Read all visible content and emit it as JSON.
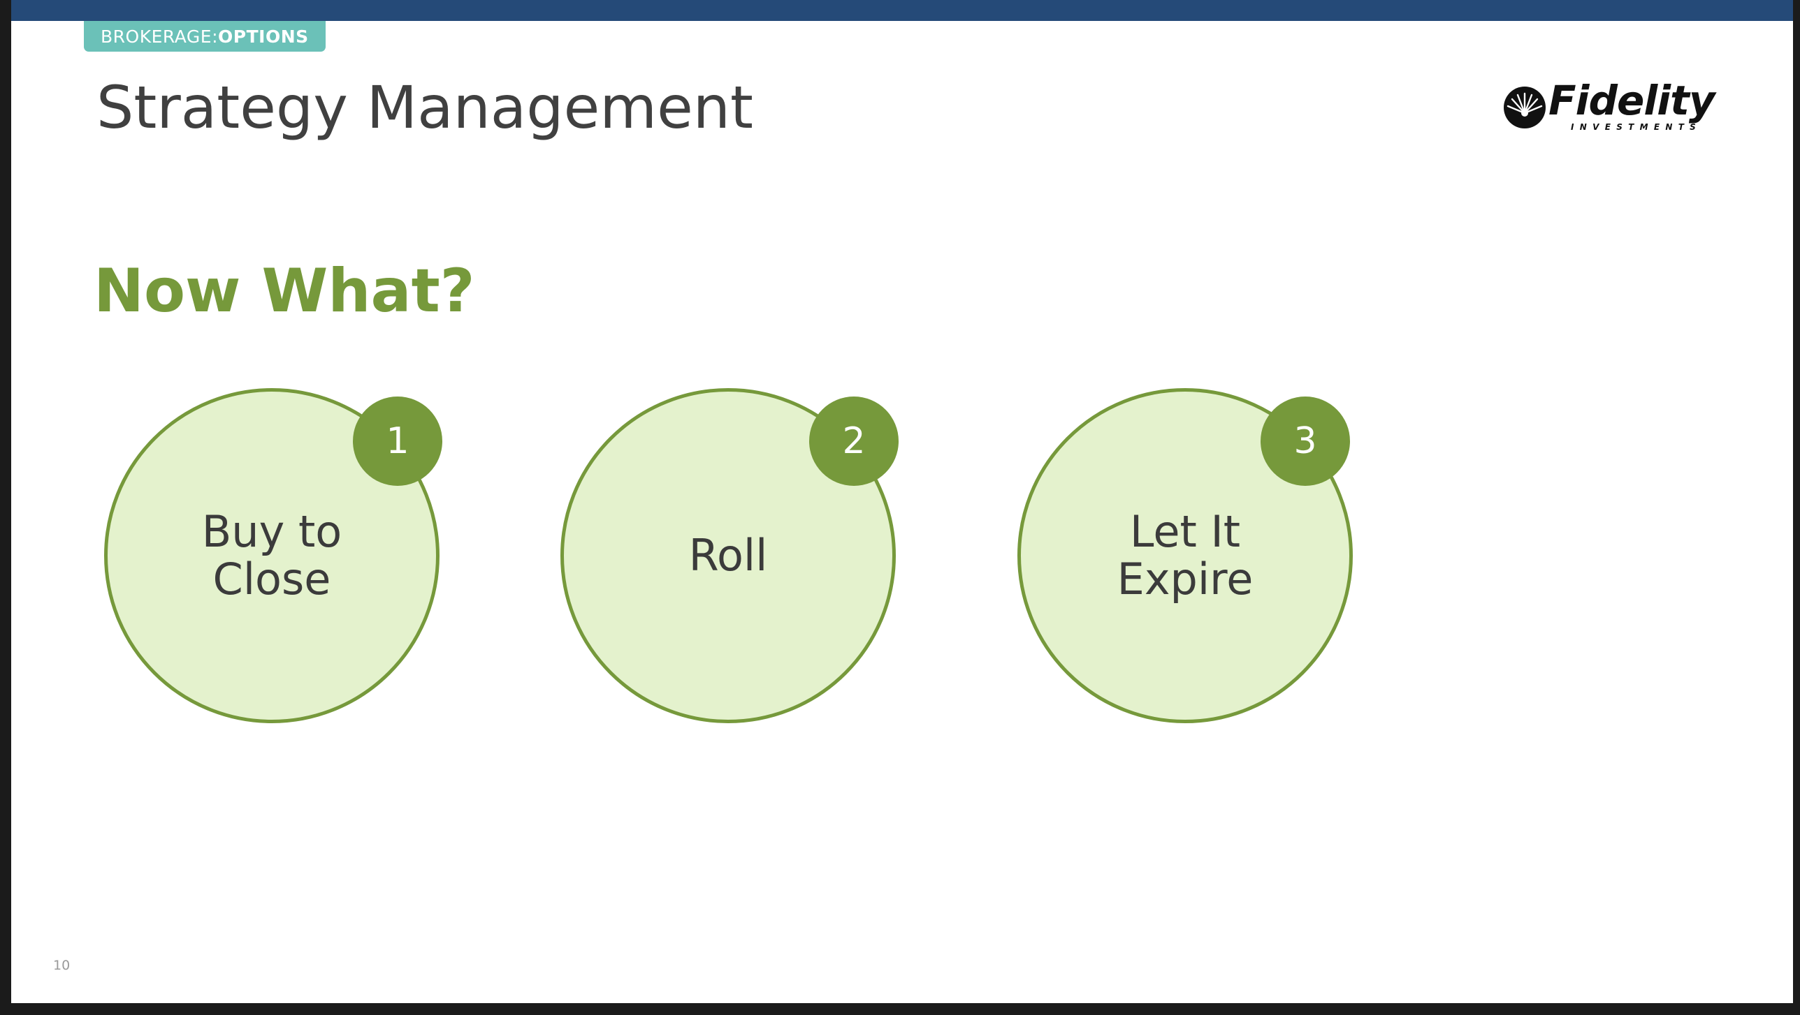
{
  "colors": {
    "top_bar": "#254a78",
    "tag_background": "#6bc1b8",
    "accent_green": "#76993b",
    "circle_fill": "#e4f2cd",
    "title_text": "#404040",
    "page_background": "#ffffff",
    "window_frame": "#1b1b1b"
  },
  "header": {
    "tag_prefix": "BROKERAGE: ",
    "tag_bold": "OPTIONS",
    "title": "Strategy Management"
  },
  "logo": {
    "icon": "fidelity-starburst-icon",
    "wordmark": "Fidelity",
    "subtext": "INVESTMENTS"
  },
  "subtitle": "Now What?",
  "options": [
    {
      "number": "1",
      "label": "Buy to\nClose"
    },
    {
      "number": "2",
      "label": "Roll"
    },
    {
      "number": "3",
      "label": "Let It\nExpire"
    }
  ],
  "footer": {
    "page_number": "10"
  }
}
